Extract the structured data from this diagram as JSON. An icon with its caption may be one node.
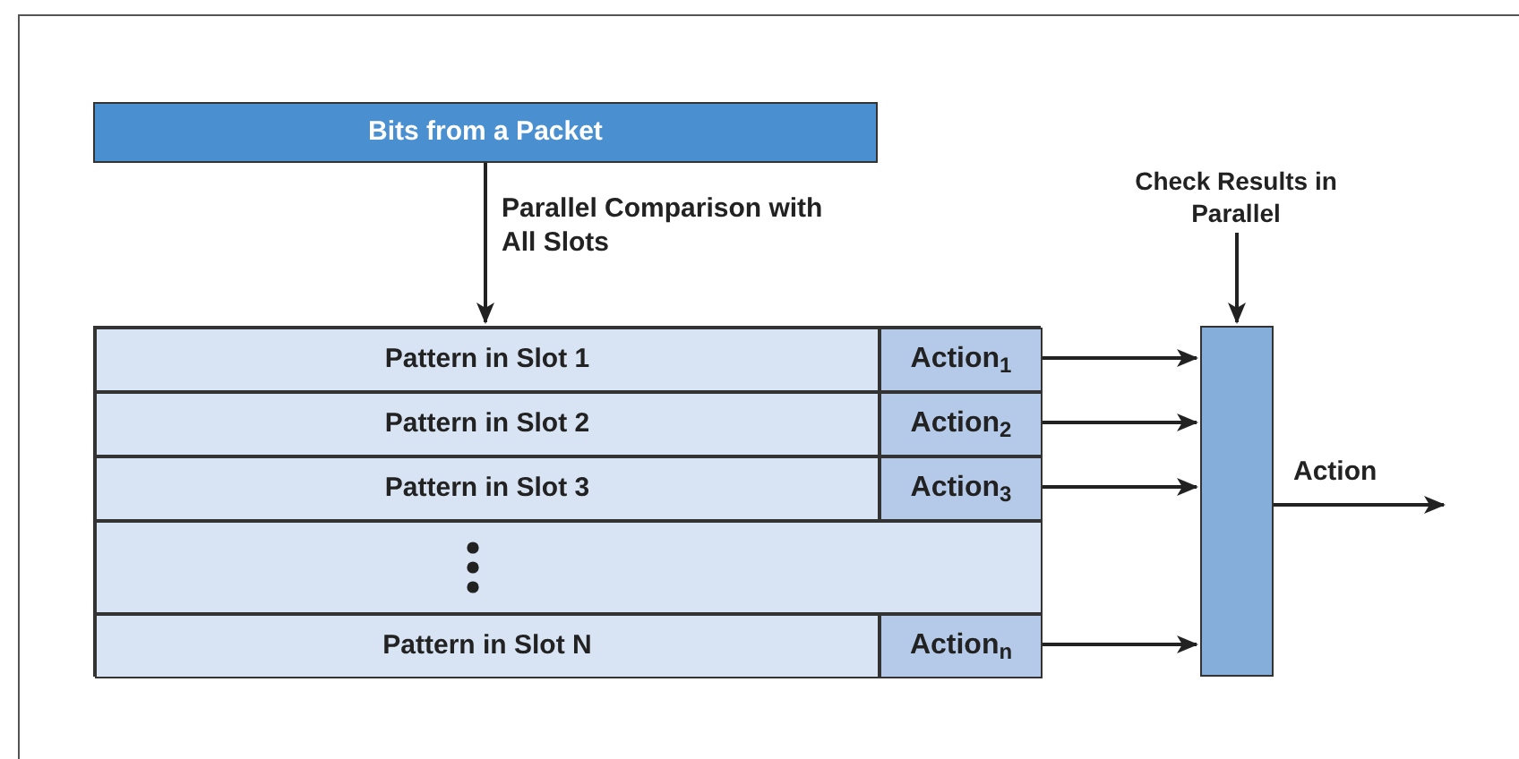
{
  "diagram": {
    "nodes": [
      {
        "text": [
          "Bits from a Packet"
        ]
      },
      {
        "text": [],
        "shape": "box"
      },
      {
        "text": [
          "Pattern in Slot 1"
        ],
        "in": 1
      },
      {
        "text": [
          "Action$_{1}$"
        ],
        "in": 1
      },
      {
        "text": [
          "Pattern in Slot 2"
        ],
        "in": 1
      },
      {
        "text": [
          "Action$_{2}$"
        ],
        "in": 1
      },
      {
        "text": [
          "Pattern in Slot 3"
        ],
        "in": 1
      },
      {
        "text": [
          "Action$_{3}$"
        ],
        "in": 1
      },
      {
        "text": [],
        "shape": "box",
        "in": 1
      },
      {
        "text": [
          "Pattern in Slot N"
        ],
        "in": 1
      },
      {
        "text": [
          "Action$_{n}$"
        ],
        "in": 1
      },
      {
        "text": [],
        "shape": "bar"
      },
      {
        "text": [
          "Check Results in Parallel"
        ]
      }
    ],
    "edges": [
      {
        "from": 0,
        "to": 1,
        "arrow": "to",
        "label": "Parallel Comparison with All Slots"
      },
      {
        "from": 3,
        "to": 11,
        "arrow": "to"
      },
      {
        "from": 5,
        "to": 11,
        "arrow": "to"
      },
      {
        "from": 7,
        "to": 11,
        "arrow": "to"
      },
      {
        "from": 10,
        "to": 11,
        "arrow": "to"
      },
      {
        "from": 12,
        "to": 11,
        "arrow": "to"
      },
      {
        "from": 11,
        "to": null,
        "arrow": "to",
        "label": "Action"
      }
    ]
  }
}
